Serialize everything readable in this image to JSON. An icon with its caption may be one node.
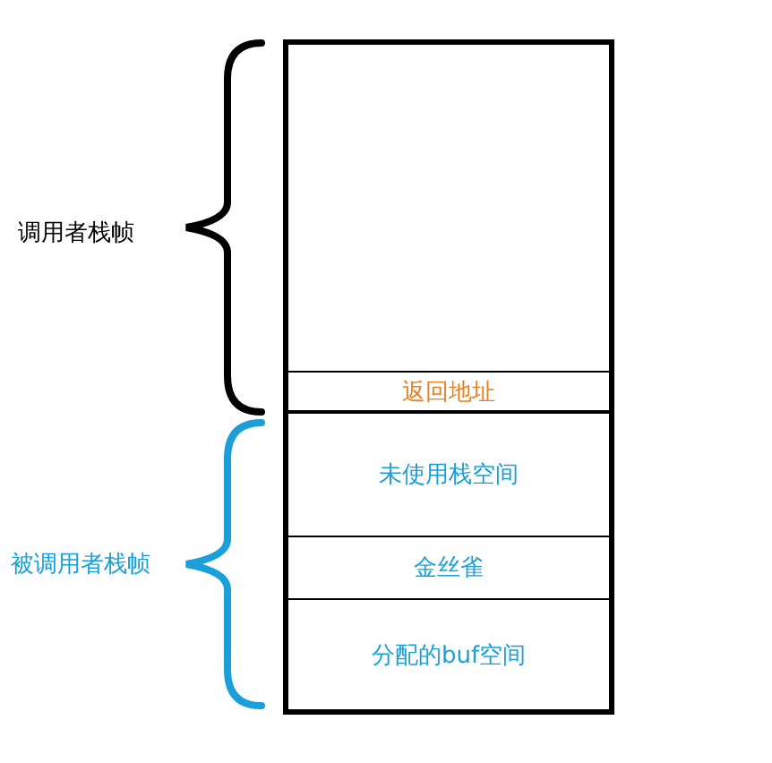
{
  "diagram": {
    "nodes": [
      {
        "text": [],
        "shape": "box"
      },
      {
        "text": [
          "返回地址"
        ]
      },
      {
        "text": [
          "未使用栈空间"
        ]
      },
      {
        "text": [
          "金丝雀"
        ]
      },
      {
        "text": [
          "分配的buf空间"
        ]
      }
    ],
    "labels": [
      "调用者栈帧",
      "被调用者栈帧"
    ]
  }
}
